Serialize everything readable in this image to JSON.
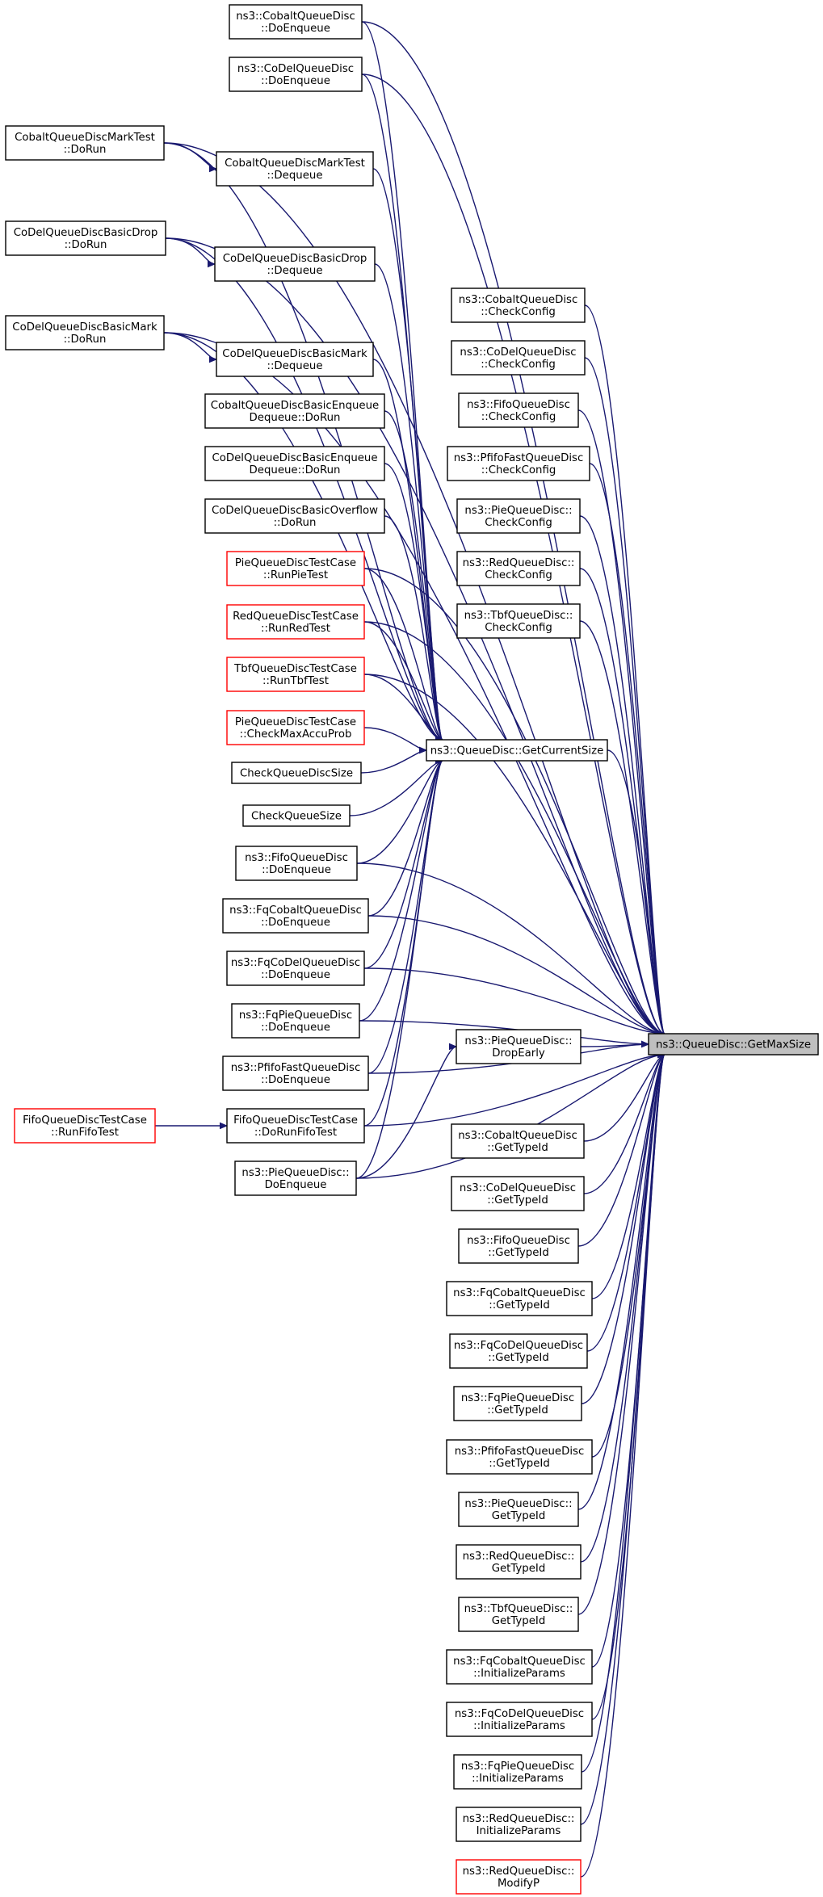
{
  "colors": {
    "edge": "#191970",
    "border": "#000000",
    "link_missing": "#ff0000",
    "focus_fill": "#bfbfbf"
  },
  "nodes": [
    {
      "id": "n1",
      "lines": [
        "ns3::CobaltQueueDisc",
        "::DoEnqueue"
      ],
      "style": "normal"
    },
    {
      "id": "n2",
      "lines": [
        "ns3::CoDelQueueDisc",
        "::DoEnqueue"
      ],
      "style": "normal"
    },
    {
      "id": "n3",
      "lines": [
        "CobaltQueueDiscMarkTest",
        "::DoRun"
      ],
      "style": "normal"
    },
    {
      "id": "n4",
      "lines": [
        "CobaltQueueDiscMarkTest",
        "::Dequeue"
      ],
      "style": "normal"
    },
    {
      "id": "n5",
      "lines": [
        "CoDelQueueDiscBasicDrop",
        "::DoRun"
      ],
      "style": "normal"
    },
    {
      "id": "n6",
      "lines": [
        "CoDelQueueDiscBasicDrop",
        "::Dequeue"
      ],
      "style": "normal"
    },
    {
      "id": "n7",
      "lines": [
        "CoDelQueueDiscBasicMark",
        "::DoRun"
      ],
      "style": "normal"
    },
    {
      "id": "n8",
      "lines": [
        "CoDelQueueDiscBasicMark",
        "::Dequeue"
      ],
      "style": "normal"
    },
    {
      "id": "n9",
      "lines": [
        "CobaltQueueDiscBasicEnqueue",
        "Dequeue::DoRun"
      ],
      "style": "normal"
    },
    {
      "id": "n10",
      "lines": [
        "CoDelQueueDiscBasicEnqueue",
        "Dequeue::DoRun"
      ],
      "style": "normal"
    },
    {
      "id": "n11",
      "lines": [
        "CoDelQueueDiscBasicOverflow",
        "::DoRun"
      ],
      "style": "normal"
    },
    {
      "id": "n12",
      "lines": [
        "PieQueueDiscTestCase",
        "::RunPieTest"
      ],
      "style": "red"
    },
    {
      "id": "n13",
      "lines": [
        "RedQueueDiscTestCase",
        "::RunRedTest"
      ],
      "style": "red"
    },
    {
      "id": "n14",
      "lines": [
        "TbfQueueDiscTestCase",
        "::RunTbfTest"
      ],
      "style": "red"
    },
    {
      "id": "n15",
      "lines": [
        "PieQueueDiscTestCase",
        "::CheckMaxAccuProb"
      ],
      "style": "red"
    },
    {
      "id": "n16",
      "lines": [
        "CheckQueueDiscSize"
      ],
      "style": "normal"
    },
    {
      "id": "n17",
      "lines": [
        "CheckQueueSize"
      ],
      "style": "normal"
    },
    {
      "id": "n18",
      "lines": [
        "ns3::FifoQueueDisc",
        "::DoEnqueue"
      ],
      "style": "normal"
    },
    {
      "id": "n19",
      "lines": [
        "ns3::FqCobaltQueueDisc",
        "::DoEnqueue"
      ],
      "style": "normal"
    },
    {
      "id": "n20",
      "lines": [
        "ns3::FqCoDelQueueDisc",
        "::DoEnqueue"
      ],
      "style": "normal"
    },
    {
      "id": "n21",
      "lines": [
        "ns3::FqPieQueueDisc",
        "::DoEnqueue"
      ],
      "style": "normal"
    },
    {
      "id": "n22",
      "lines": [
        "ns3::PfifoFastQueueDisc",
        "::DoEnqueue"
      ],
      "style": "normal"
    },
    {
      "id": "n23",
      "lines": [
        "FifoQueueDiscTestCase",
        "::RunFifoTest"
      ],
      "style": "red"
    },
    {
      "id": "n24",
      "lines": [
        "FifoQueueDiscTestCase",
        "::DoRunFifoTest"
      ],
      "style": "normal"
    },
    {
      "id": "n25",
      "lines": [
        "ns3::PieQueueDisc::",
        "DoEnqueue"
      ],
      "style": "normal"
    },
    {
      "id": "gcs",
      "lines": [
        "ns3::QueueDisc::GetCurrentSize"
      ],
      "style": "normal"
    },
    {
      "id": "de",
      "lines": [
        "ns3::PieQueueDisc::",
        "DropEarly"
      ],
      "style": "normal"
    },
    {
      "id": "r1",
      "lines": [
        "ns3::CobaltQueueDisc",
        "::CheckConfig"
      ],
      "style": "normal"
    },
    {
      "id": "r2",
      "lines": [
        "ns3::CoDelQueueDisc",
        "::CheckConfig"
      ],
      "style": "normal"
    },
    {
      "id": "r3",
      "lines": [
        "ns3::FifoQueueDisc",
        "::CheckConfig"
      ],
      "style": "normal"
    },
    {
      "id": "r4",
      "lines": [
        "ns3::PfifoFastQueueDisc",
        "::CheckConfig"
      ],
      "style": "normal"
    },
    {
      "id": "r5",
      "lines": [
        "ns3::PieQueueDisc::",
        "CheckConfig"
      ],
      "style": "normal"
    },
    {
      "id": "r6",
      "lines": [
        "ns3::RedQueueDisc::",
        "CheckConfig"
      ],
      "style": "normal"
    },
    {
      "id": "r7",
      "lines": [
        "ns3::TbfQueueDisc::",
        "CheckConfig"
      ],
      "style": "normal"
    },
    {
      "id": "gms",
      "lines": [
        "ns3::QueueDisc::GetMaxSize"
      ],
      "style": "gray"
    },
    {
      "id": "t1",
      "lines": [
        "ns3::CobaltQueueDisc",
        "::GetTypeId"
      ],
      "style": "normal"
    },
    {
      "id": "t2",
      "lines": [
        "ns3::CoDelQueueDisc",
        "::GetTypeId"
      ],
      "style": "normal"
    },
    {
      "id": "t3",
      "lines": [
        "ns3::FifoQueueDisc",
        "::GetTypeId"
      ],
      "style": "normal"
    },
    {
      "id": "t4",
      "lines": [
        "ns3::FqCobaltQueueDisc",
        "::GetTypeId"
      ],
      "style": "normal"
    },
    {
      "id": "t5",
      "lines": [
        "ns3::FqCoDelQueueDisc",
        "::GetTypeId"
      ],
      "style": "normal"
    },
    {
      "id": "t6",
      "lines": [
        "ns3::FqPieQueueDisc",
        "::GetTypeId"
      ],
      "style": "normal"
    },
    {
      "id": "t7",
      "lines": [
        "ns3::PfifoFastQueueDisc",
        "::GetTypeId"
      ],
      "style": "normal"
    },
    {
      "id": "t8",
      "lines": [
        "ns3::PieQueueDisc::",
        "GetTypeId"
      ],
      "style": "normal"
    },
    {
      "id": "t9",
      "lines": [
        "ns3::RedQueueDisc::",
        "GetTypeId"
      ],
      "style": "normal"
    },
    {
      "id": "t10",
      "lines": [
        "ns3::TbfQueueDisc::",
        "GetTypeId"
      ],
      "style": "normal"
    },
    {
      "id": "i1",
      "lines": [
        "ns3::FqCobaltQueueDisc",
        "::InitializeParams"
      ],
      "style": "normal"
    },
    {
      "id": "i2",
      "lines": [
        "ns3::FqCoDelQueueDisc",
        "::InitializeParams"
      ],
      "style": "normal"
    },
    {
      "id": "i3",
      "lines": [
        "ns3::FqPieQueueDisc",
        "::InitializeParams"
      ],
      "style": "normal"
    },
    {
      "id": "i4",
      "lines": [
        "ns3::RedQueueDisc::",
        "InitializeParams"
      ],
      "style": "normal"
    },
    {
      "id": "i5",
      "lines": [
        "ns3::RedQueueDisc::",
        "ModifyP"
      ],
      "style": "red"
    }
  ],
  "edges": [
    [
      "n3",
      "n4"
    ],
    [
      "n5",
      "n6"
    ],
    [
      "n7",
      "n8"
    ],
    [
      "n23",
      "n24"
    ],
    [
      "n1",
      "gcs"
    ],
    [
      "n2",
      "gcs"
    ],
    [
      "n3",
      "gcs"
    ],
    [
      "n4",
      "gcs"
    ],
    [
      "n5",
      "gcs"
    ],
    [
      "n6",
      "gcs"
    ],
    [
      "n7",
      "gcs"
    ],
    [
      "n8",
      "gcs"
    ],
    [
      "n9",
      "gcs"
    ],
    [
      "n10",
      "gcs"
    ],
    [
      "n11",
      "gcs"
    ],
    [
      "n12",
      "gcs"
    ],
    [
      "n13",
      "gcs"
    ],
    [
      "n14",
      "gcs"
    ],
    [
      "n15",
      "gcs"
    ],
    [
      "n16",
      "gcs"
    ],
    [
      "n17",
      "gcs"
    ],
    [
      "n18",
      "gcs"
    ],
    [
      "n19",
      "gcs"
    ],
    [
      "n20",
      "gcs"
    ],
    [
      "n21",
      "gcs"
    ],
    [
      "n22",
      "gcs"
    ],
    [
      "n24",
      "gcs"
    ],
    [
      "n25",
      "gcs"
    ],
    [
      "n1",
      "gms"
    ],
    [
      "n2",
      "gms"
    ],
    [
      "n3",
      "gms"
    ],
    [
      "n5",
      "gms"
    ],
    [
      "n7",
      "gms"
    ],
    [
      "n12",
      "gms"
    ],
    [
      "n13",
      "gms"
    ],
    [
      "n14",
      "gms"
    ],
    [
      "n18",
      "gms"
    ],
    [
      "n19",
      "gms"
    ],
    [
      "n20",
      "gms"
    ],
    [
      "n21",
      "gms"
    ],
    [
      "n22",
      "gms"
    ],
    [
      "n24",
      "gms"
    ],
    [
      "n25",
      "gms"
    ],
    [
      "n25",
      "de"
    ],
    [
      "de",
      "gms"
    ],
    [
      "gcs",
      "gms"
    ],
    [
      "r1",
      "gms"
    ],
    [
      "r2",
      "gms"
    ],
    [
      "r3",
      "gms"
    ],
    [
      "r4",
      "gms"
    ],
    [
      "r5",
      "gms"
    ],
    [
      "r6",
      "gms"
    ],
    [
      "r7",
      "gms"
    ],
    [
      "t1",
      "gms"
    ],
    [
      "t2",
      "gms"
    ],
    [
      "t3",
      "gms"
    ],
    [
      "t4",
      "gms"
    ],
    [
      "t5",
      "gms"
    ],
    [
      "t6",
      "gms"
    ],
    [
      "t7",
      "gms"
    ],
    [
      "t8",
      "gms"
    ],
    [
      "t9",
      "gms"
    ],
    [
      "t10",
      "gms"
    ],
    [
      "i1",
      "gms"
    ],
    [
      "i2",
      "gms"
    ],
    [
      "i3",
      "gms"
    ],
    [
      "i4",
      "gms"
    ],
    [
      "i5",
      "gms"
    ]
  ]
}
